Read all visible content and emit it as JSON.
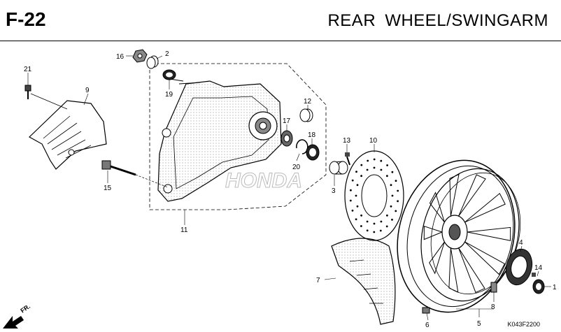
{
  "header": {
    "code": "F-22",
    "title": "REAR  WHEEL/SWINGARM"
  },
  "footer": {
    "ref": "K043F2200",
    "fr_label": "FR."
  },
  "parts": {
    "p1": "1",
    "p2": "2",
    "p3": "3",
    "p4": "4",
    "p5": "5",
    "p6": "6",
    "p7": "7",
    "p8": "8",
    "p9": "9",
    "p10": "10",
    "p11": "11",
    "p12": "12",
    "p13": "13",
    "p14": "14",
    "p15": "15",
    "p16": "16",
    "p17": "17",
    "p18": "18",
    "p19": "19",
    "p20": "20",
    "p21": "21"
  },
  "watermark": "HONDA"
}
